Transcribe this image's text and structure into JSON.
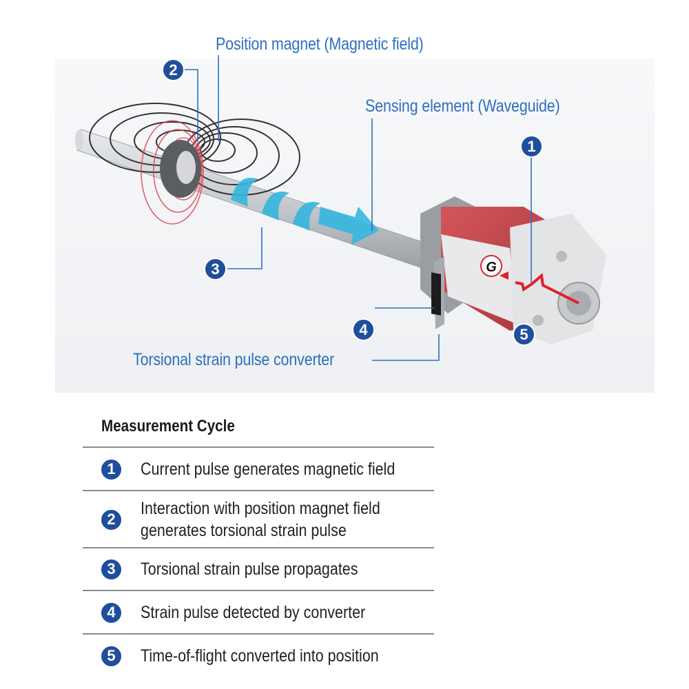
{
  "diagram": {
    "labels": {
      "position_magnet": "Position magnet (Magnetic field)",
      "sensing_element": "Sensing element (Waveguide)",
      "converter": "Torsional strain pulse converter",
      "sensor_mark": "G"
    },
    "badges": [
      "1",
      "2",
      "3",
      "4",
      "5"
    ],
    "colors": {
      "label": "#2f6fbf",
      "badge": "#1f4e9c",
      "housing": "#c0454a",
      "wave": "#35b6df"
    }
  },
  "table": {
    "title": "Measurement Cycle",
    "rows": [
      {
        "num": "1",
        "lines": [
          "Current pulse generates magnetic field"
        ]
      },
      {
        "num": "2",
        "lines": [
          "Interaction with position magnet field",
          "generates torsional strain pulse"
        ]
      },
      {
        "num": "3",
        "lines": [
          "Torsional strain pulse propagates"
        ]
      },
      {
        "num": "4",
        "lines": [
          "Strain pulse detected by converter"
        ]
      },
      {
        "num": "5",
        "lines": [
          "Time-of-flight converted into position"
        ]
      }
    ]
  }
}
